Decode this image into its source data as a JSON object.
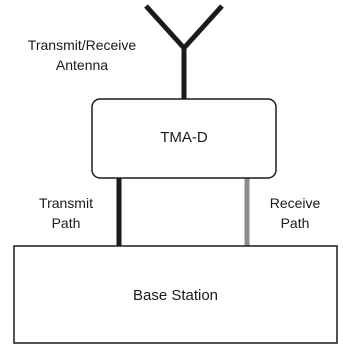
{
  "antenna": {
    "label_line1": "Transmit/Receive",
    "label_line2": "Antenna",
    "icon": "antenna-icon"
  },
  "tma": {
    "label": "TMA-D"
  },
  "transmit_path": {
    "label_line1": "Transmit",
    "label_line2": "Path",
    "color": "#1a1a1a"
  },
  "receive_path": {
    "label_line1": "Receive",
    "label_line2": "Path",
    "color": "#8c8c8c"
  },
  "base_station": {
    "label": "Base Station"
  }
}
